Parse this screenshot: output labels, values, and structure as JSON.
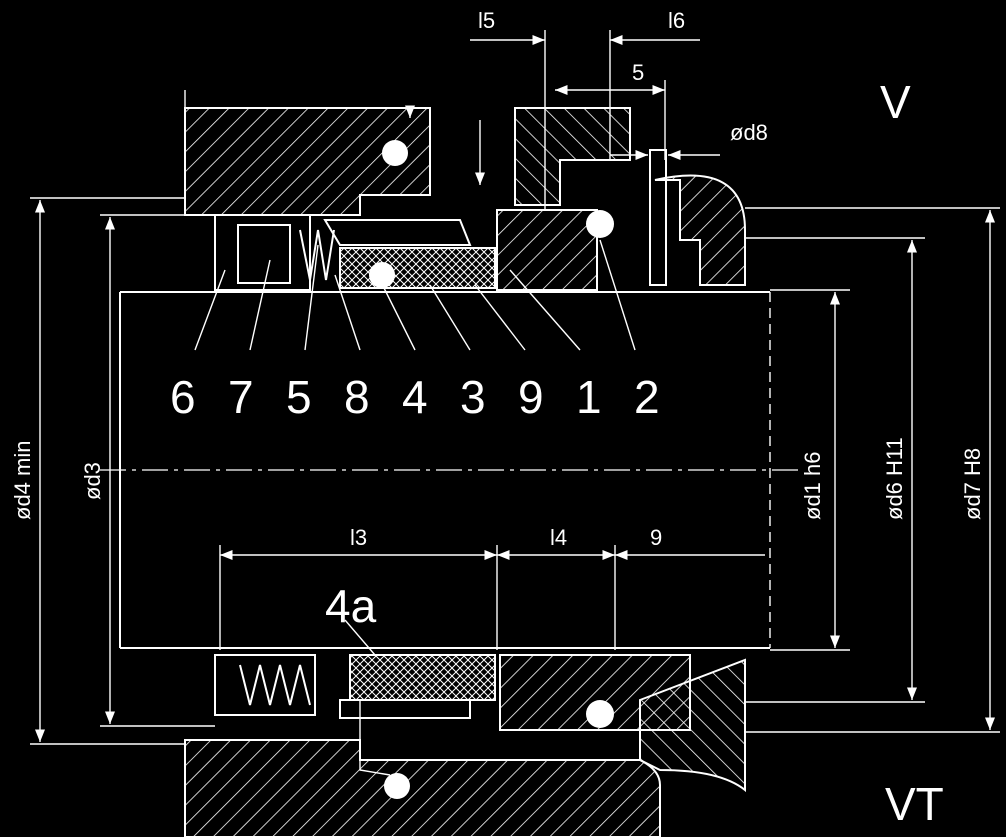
{
  "position_numbers": [
    "6",
    "7",
    "5",
    "8",
    "4",
    "3",
    "9",
    "1",
    "2"
  ],
  "variant_top": "V",
  "variant_bottom": "VT",
  "part_label_4a": "4a",
  "dimensions": {
    "l5": "l5",
    "l6": "l6",
    "top_5": "5",
    "d8": "ød8",
    "d4": "ød4 min",
    "d3": "ød3",
    "d1": "ød1 h6",
    "d6": "ød6 H11",
    "d7": "ød7 H8",
    "l3": "l3",
    "l4": "l4",
    "bottom_9": "9"
  },
  "colors": {
    "background": "#000000",
    "line": "#ffffff"
  }
}
